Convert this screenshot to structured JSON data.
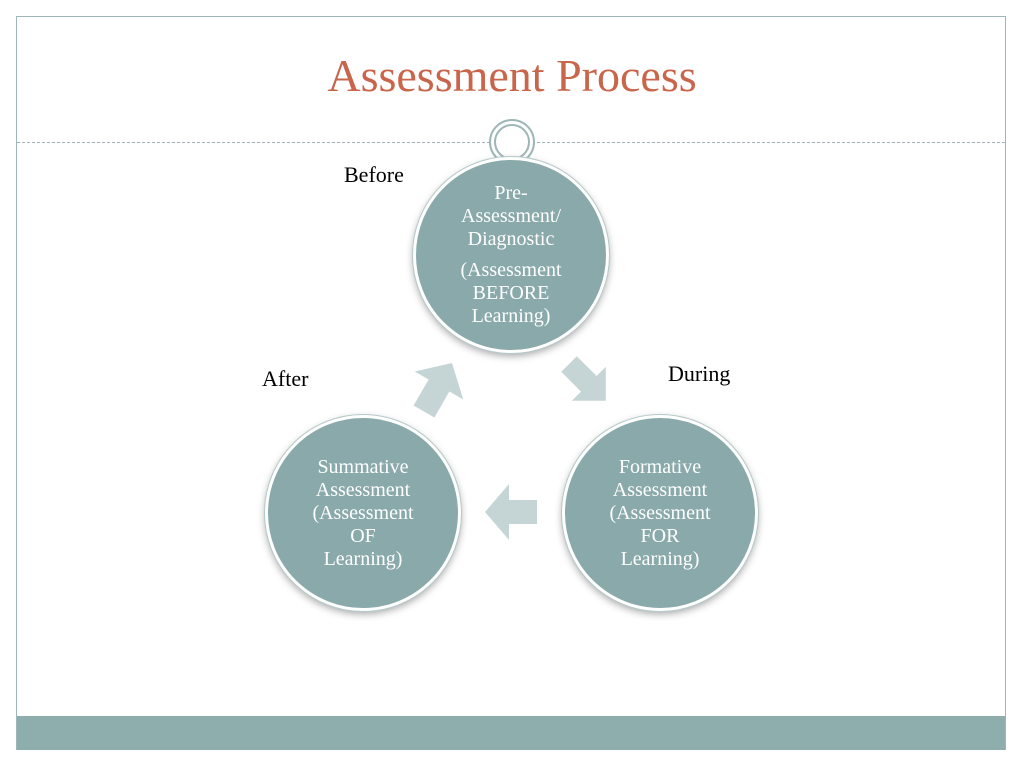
{
  "slide": {
    "title": "Assessment Process"
  },
  "cycle": {
    "nodes": [
      {
        "heading": "Pre-\nAssessment/\nDiagnostic",
        "subtext": "(Assessment\nBEFORE\nLearning)"
      },
      {
        "heading": "Formative\nAssessment\n(Assessment\nFOR\nLearning)"
      },
      {
        "heading": "Summative\nAssessment\n(Assessment\nOF\nLearning)"
      }
    ],
    "phase_labels": {
      "before": "Before",
      "during": "During",
      "after": "After"
    }
  },
  "colors": {
    "title": "#c8654a",
    "node_fill": "#89a9aa",
    "arrow_fill": "#c5d5d5",
    "band": "#8eadad",
    "border": "#9fb6b8"
  }
}
